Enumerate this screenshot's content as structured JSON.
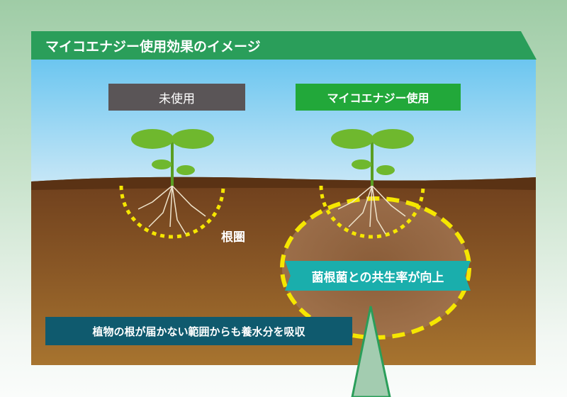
{
  "title": "マイコエナジー使用効果のイメージ",
  "labels": {
    "unused": "未使用",
    "used": "マイコエナジー使用",
    "rhizosphere": "根圏",
    "symbiosis": "菌根菌との共生率が向上",
    "absorption": "植物の根が届かない範囲からも養水分を吸収"
  },
  "colors": {
    "title_bar": "#2a9e5a",
    "unused_box": "#5a5557",
    "used_box": "#22a83a",
    "symbiosis_banner": "#1aaeac",
    "absorption_banner": "#0f5a6e",
    "dotted_circle": "#f5e600"
  }
}
